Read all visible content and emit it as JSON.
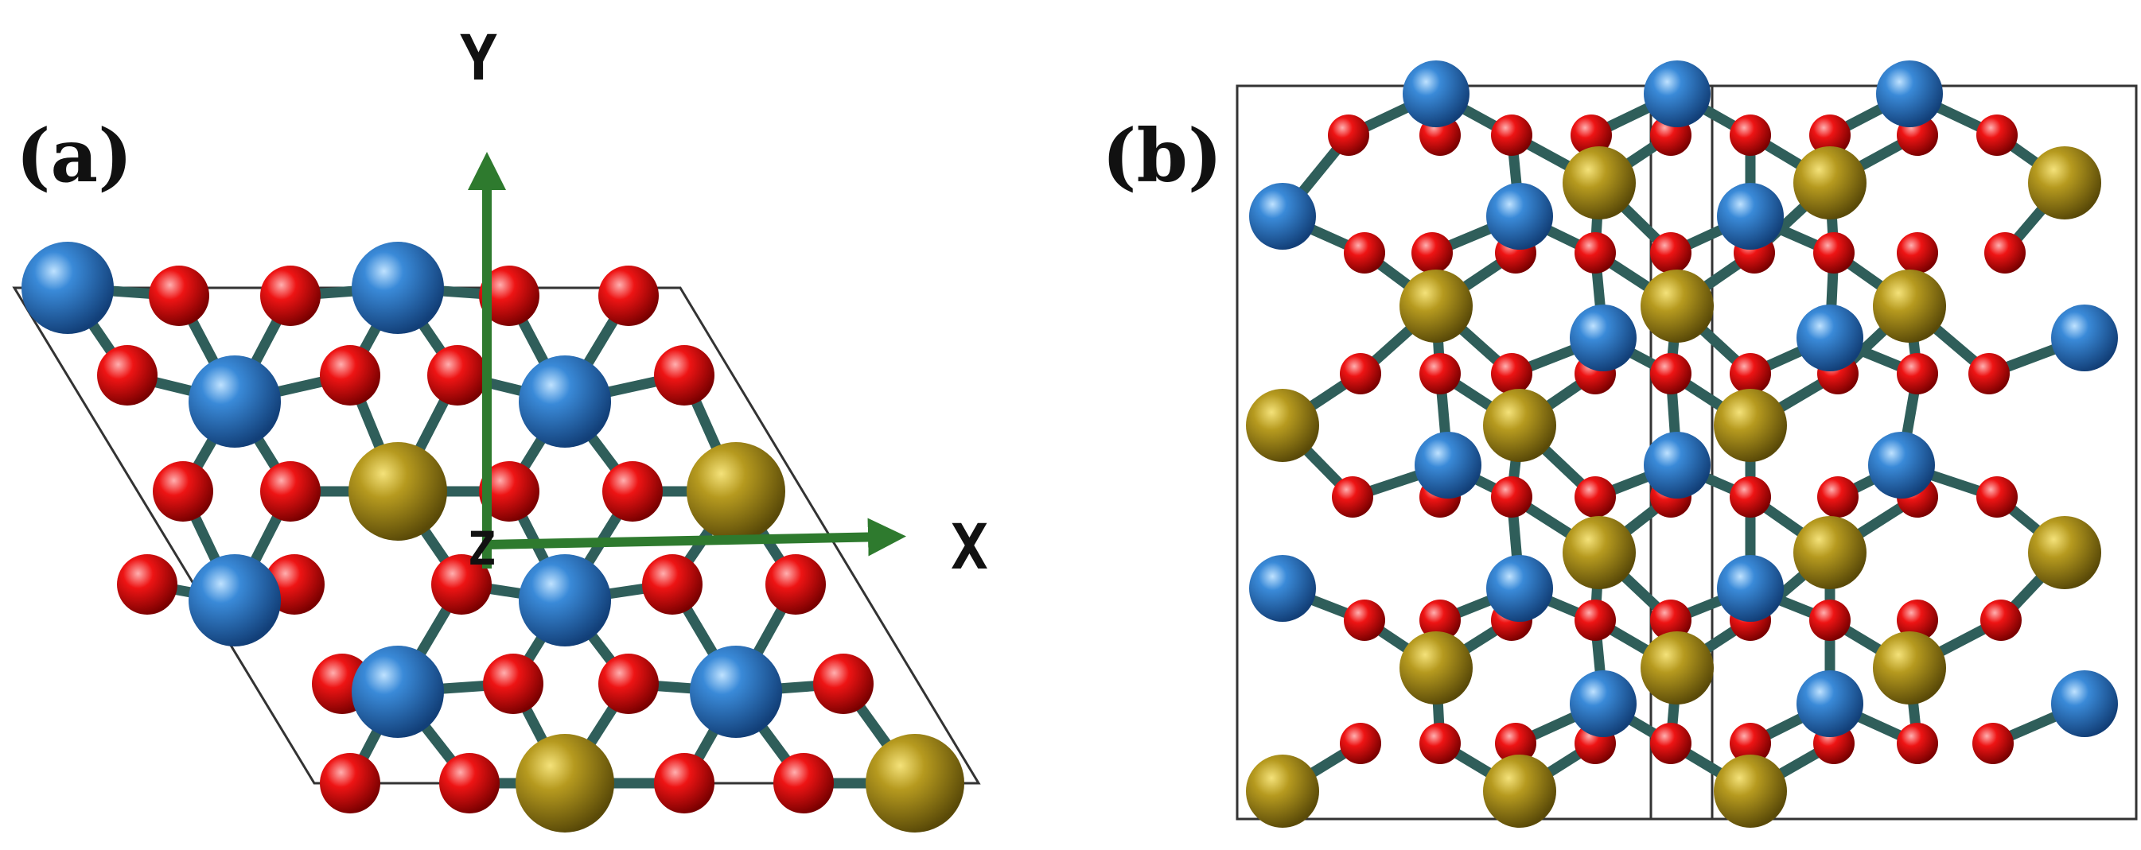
{
  "panels": {
    "a": {
      "label": "(a)"
    },
    "b": {
      "label": "(b)"
    }
  },
  "axes": {
    "x_label": "X",
    "y_label": "Y",
    "z_label": "Z",
    "arrow_color": "#2e7a2e"
  },
  "atom_colors": {
    "blue": "#2f7fd0",
    "gold": "#b79a1c",
    "red": "#e81010",
    "bond": "#2f5e5a"
  }
}
